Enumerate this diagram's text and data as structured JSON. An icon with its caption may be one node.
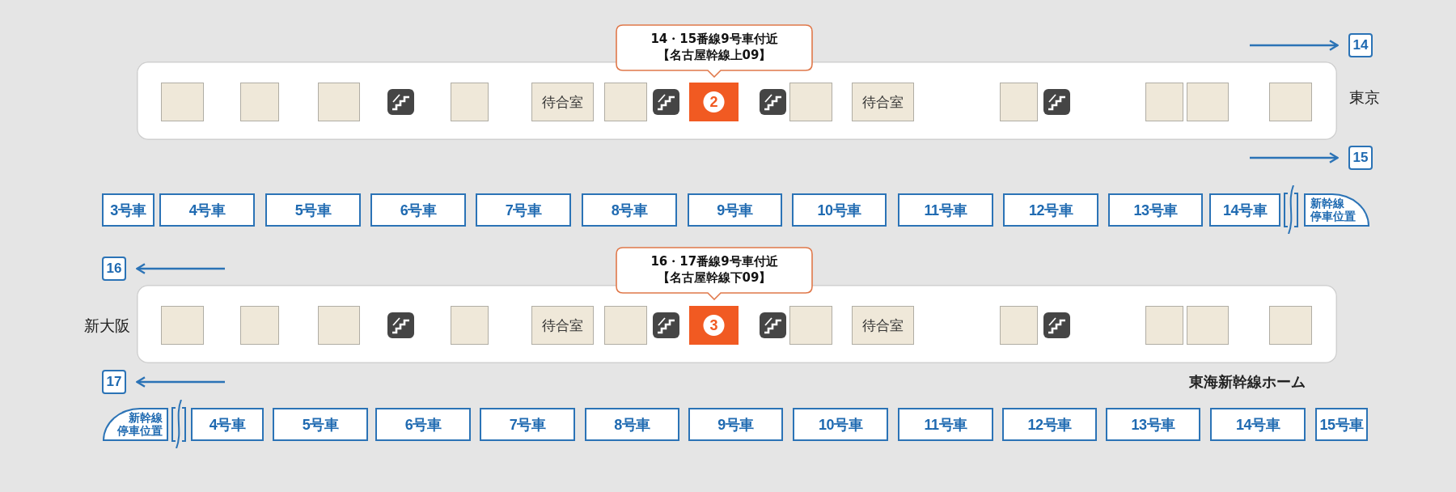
{
  "diagram": {
    "nodes": [
      {
        "text": [
          "14・15番線9号車付近",
          "【名古屋幹線上09】"
        ]
      },
      {
        "text": [
          "14"
        ]
      },
      {
        "text": [],
        "shape": "band"
      },
      {
        "text": [],
        "shape": "box",
        "in": 2
      },
      {
        "text": [],
        "shape": "box",
        "in": 2
      },
      {
        "text": [],
        "shape": "box",
        "in": 2
      },
      {
        "text": [],
        "shape": "box",
        "in": 2
      },
      {
        "text": [
          "待合室"
        ],
        "in": 2
      },
      {
        "text": [],
        "shape": "box",
        "in": 2
      },
      {
        "text": [
          "2"
        ],
        "in": 2
      },
      {
        "text": [],
        "shape": "box",
        "in": 2
      },
      {
        "text": [
          "待合室"
        ],
        "in": 2
      },
      {
        "text": [],
        "shape": "box",
        "in": 2
      },
      {
        "text": [],
        "shape": "box",
        "in": 2
      },
      {
        "text": [],
        "shape": "box",
        "in": 2
      },
      {
        "text": [],
        "shape": "box",
        "in": 2
      },
      {
        "text": [
          "15"
        ]
      },
      {
        "text": [
          "3号車"
        ]
      },
      {
        "text": [
          "4号車"
        ]
      },
      {
        "text": [
          "5号車"
        ]
      },
      {
        "text": [
          "6号車"
        ]
      },
      {
        "text": [
          "7号車"
        ]
      },
      {
        "text": [
          "8号車"
        ]
      },
      {
        "text": [
          "9号車"
        ]
      },
      {
        "text": [
          "10号車"
        ]
      },
      {
        "text": [
          "11号車"
        ]
      },
      {
        "text": [
          "12号車"
        ]
      },
      {
        "text": [
          "13号車"
        ]
      },
      {
        "text": [
          "14号車"
        ]
      },
      {
        "text": [
          "新幹線停車位置"
        ]
      },
      {
        "text": [
          "16"
        ]
      },
      {
        "text": [
          "16・17番線9号車付近",
          "【名古屋幹線下09】"
        ]
      },
      {
        "text": [],
        "shape": "band"
      },
      {
        "text": [],
        "shape": "box",
        "in": 32
      },
      {
        "text": [],
        "shape": "box",
        "in": 32
      },
      {
        "text": [],
        "shape": "box",
        "in": 32
      },
      {
        "text": [],
        "shape": "box",
        "in": 32
      },
      {
        "text": [
          "待合室"
        ],
        "in": 32
      },
      {
        "text": [],
        "shape": "box",
        "in": 32
      },
      {
        "text": [
          "3"
        ],
        "in": 32
      },
      {
        "text": [],
        "shape": "box",
        "in": 32
      },
      {
        "text": [
          "待合室"
        ],
        "in": 32
      },
      {
        "text": [],
        "shape": "box",
        "in": 32
      },
      {
        "text": [],
        "shape": "box",
        "in": 32
      },
      {
        "text": [],
        "shape": "box",
        "in": 32
      },
      {
        "text": [],
        "shape": "box",
        "in": 32
      },
      {
        "text": [
          "17"
        ]
      },
      {
        "text": [
          "新幹線停車位置"
        ]
      },
      {
        "text": [
          "4号車"
        ]
      },
      {
        "text": [
          "5号車"
        ]
      },
      {
        "text": [
          "6号車"
        ]
      },
      {
        "text": [
          "7号車"
        ]
      },
      {
        "text": [
          "8号車"
        ]
      },
      {
        "text": [
          "9号車"
        ]
      },
      {
        "text": [
          "10号車"
        ]
      },
      {
        "text": [
          "11号車"
        ]
      },
      {
        "text": [
          "12号車"
        ]
      },
      {
        "text": [
          "13号車"
        ]
      },
      {
        "text": [
          "14号車"
        ]
      },
      {
        "text": [
          "15号車"
        ]
      }
    ],
    "labels": [
      "東京",
      "新大阪",
      "東海新幹線ホーム"
    ]
  }
}
